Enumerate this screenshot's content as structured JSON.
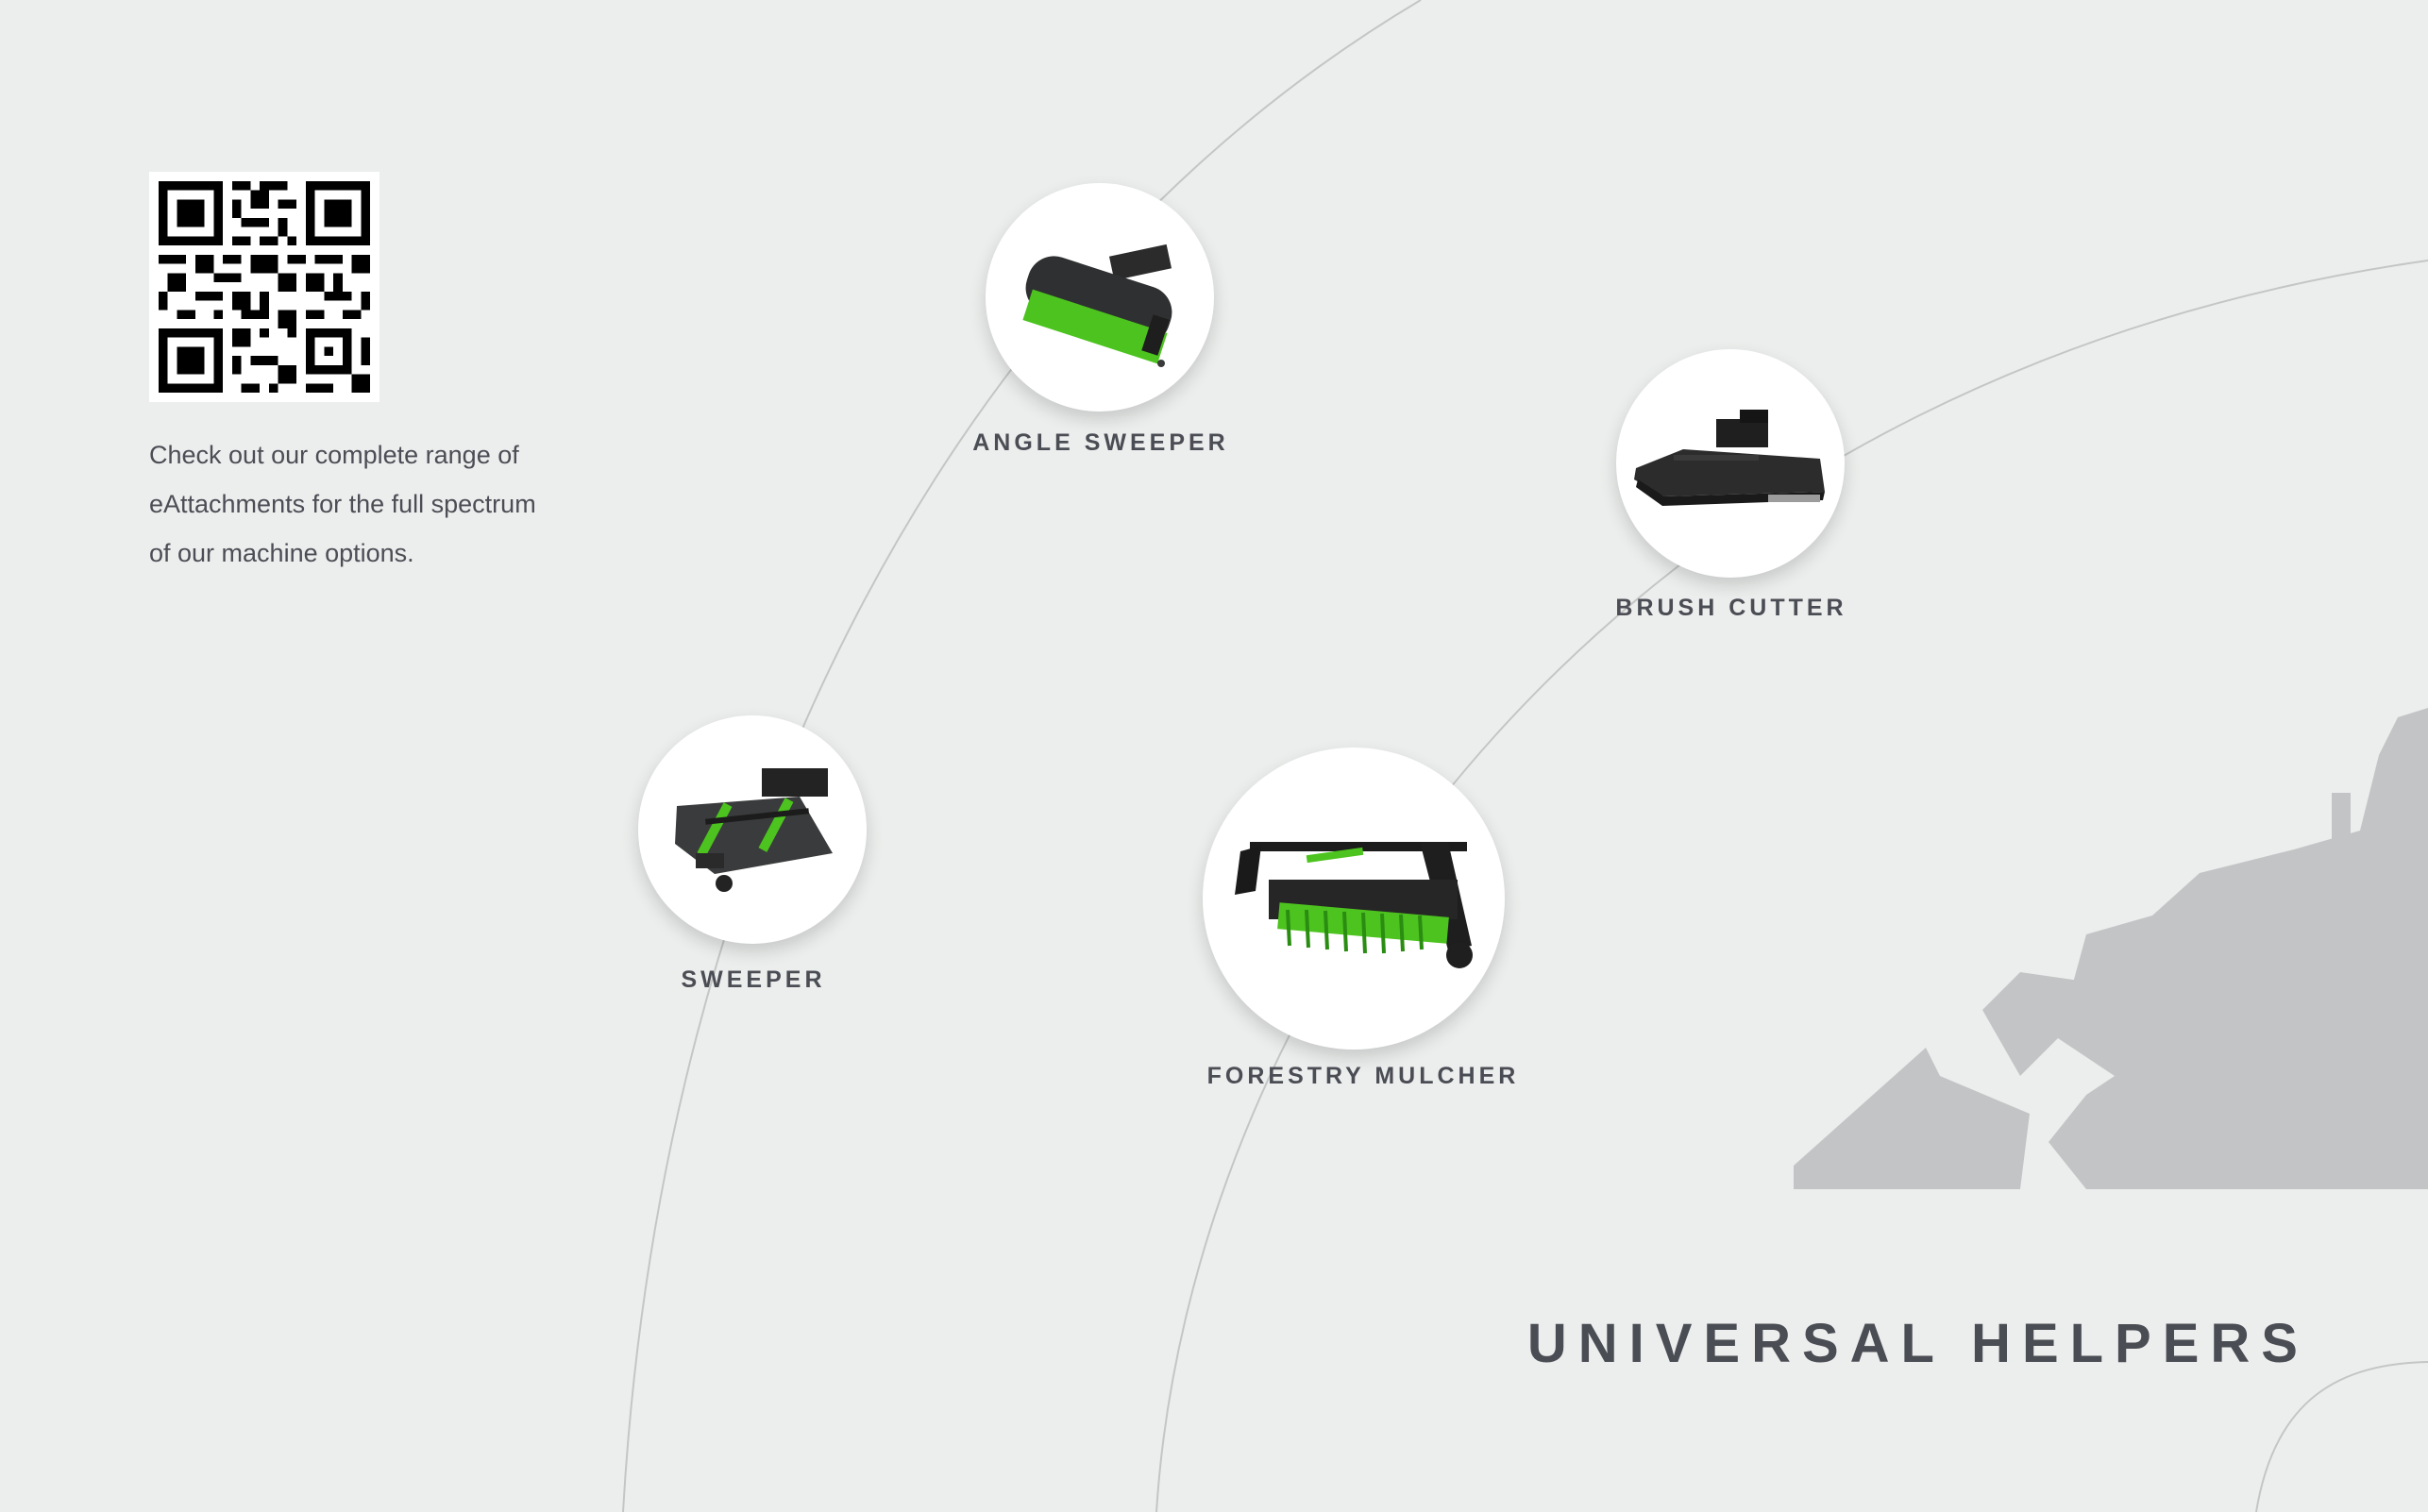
{
  "intro": {
    "line1": "Check out our complete range of",
    "line2": "eAttachments for the full spectrum",
    "line3": "of our machine options."
  },
  "attachments": [
    {
      "label": "ANGLE SWEEPER",
      "icon": "angle-sweeper-image"
    },
    {
      "label": "BRUSH CUTTER",
      "icon": "brush-cutter-image"
    },
    {
      "label": "SWEEPER",
      "icon": "sweeper-image"
    },
    {
      "label": "FORESTRY MULCHER",
      "icon": "forestry-mulcher-image"
    }
  ],
  "headline": "UNIVERSAL HELPERS",
  "colors": {
    "background": "#eceeed",
    "text": "#4b4d55",
    "accent_green": "#4cc31e",
    "machine_silhouette": "#c3c4c6"
  }
}
